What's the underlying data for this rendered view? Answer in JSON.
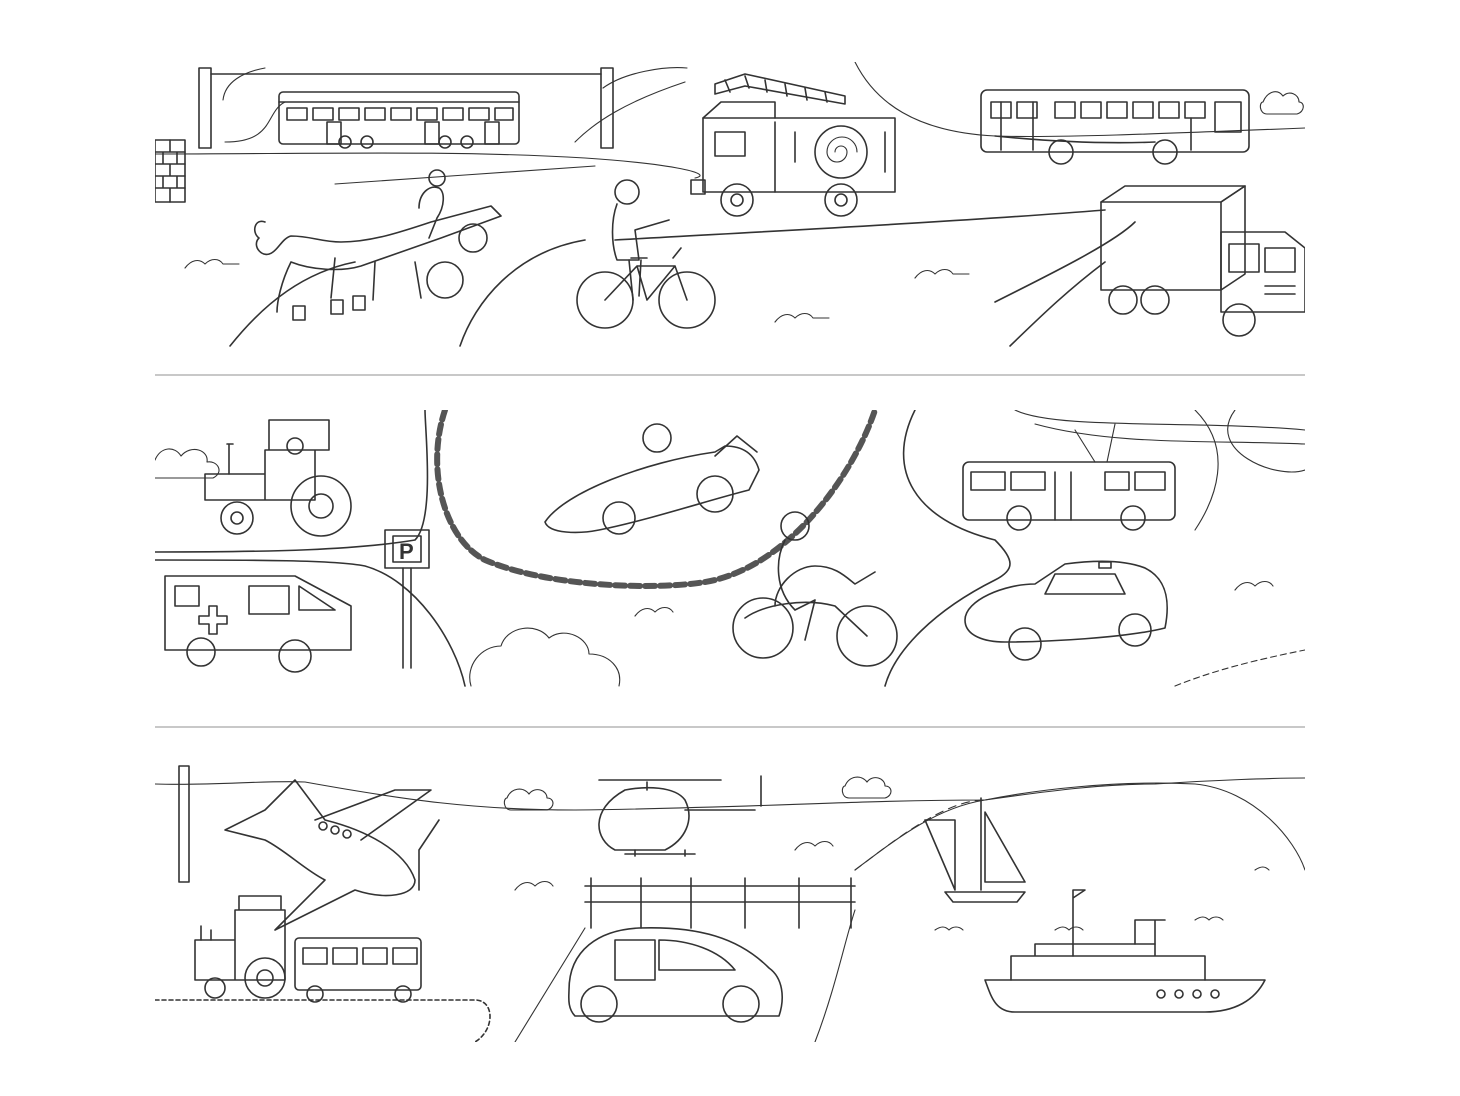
{
  "panels": [
    {
      "id": "top",
      "scenes": [
        "tram",
        "fire-engine",
        "bus",
        "horse-cart",
        "cyclist",
        "delivery-truck"
      ]
    },
    {
      "id": "middle",
      "scenes": [
        "tractor",
        "race-car",
        "trolleybus",
        "ambulance",
        "parking-sign",
        "motorcyclist",
        "police-car"
      ]
    },
    {
      "id": "bottom",
      "scenes": [
        "propeller-plane",
        "helicopter",
        "sailboat",
        "steam-train",
        "car",
        "ship"
      ]
    }
  ],
  "signs": {
    "parking_letter": "P"
  },
  "colors": {
    "line": "#333333",
    "divider": "#c8c8c8",
    "background": "#ffffff"
  }
}
